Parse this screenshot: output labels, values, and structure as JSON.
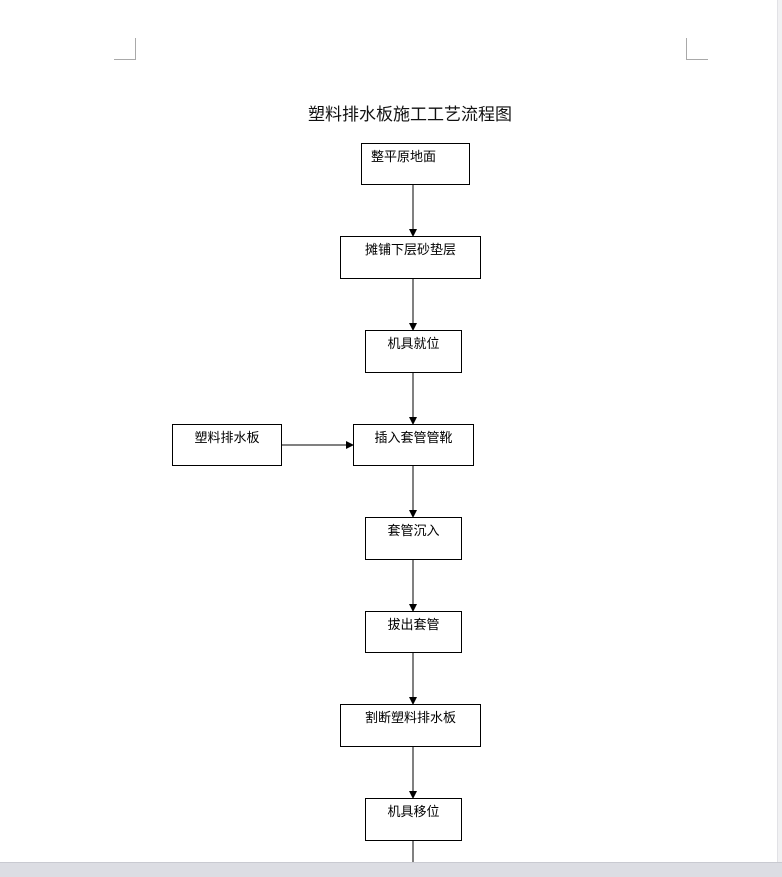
{
  "document": {
    "title": "塑料排水板施工工艺流程图"
  },
  "flowchart": {
    "steps": [
      "整平原地面",
      "摊铺下层砂垫层",
      "机具就位",
      "插入套管管靴",
      "套管沉入",
      "拔出套管",
      "割断塑料排水板",
      "机具移位"
    ],
    "side_input": "塑料排水板"
  }
}
